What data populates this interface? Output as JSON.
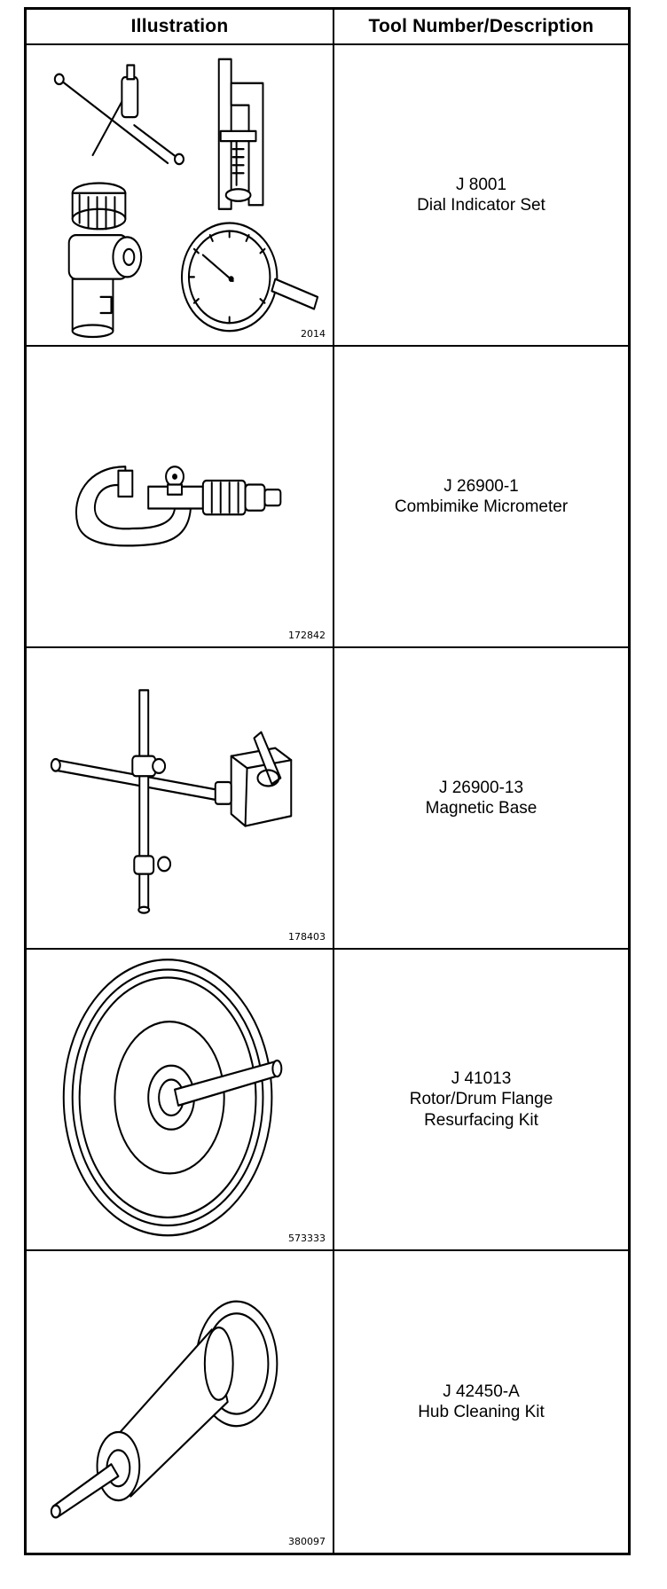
{
  "table": {
    "header_illustration": "Illustration",
    "header_tool": "Tool Number/Description"
  },
  "tools": [
    {
      "figure_number": "2014",
      "tool_number": "J 8001",
      "description_lines": [
        "Dial Indicator Set"
      ],
      "illustration_icon": "dial-indicator-set-icon"
    },
    {
      "figure_number": "172842",
      "tool_number": "J 26900-1",
      "description_lines": [
        "Combimike Micrometer"
      ],
      "illustration_icon": "micrometer-icon"
    },
    {
      "figure_number": "178403",
      "tool_number": "J 26900-13",
      "description_lines": [
        "Magnetic Base"
      ],
      "illustration_icon": "magnetic-base-icon"
    },
    {
      "figure_number": "573333",
      "tool_number": "J 41013",
      "description_lines": [
        "Rotor/Drum Flange",
        "Resurfacing Kit"
      ],
      "illustration_icon": "rotor-drum-flange-icon"
    },
    {
      "figure_number": "380097",
      "tool_number": "J 42450-A",
      "description_lines": [
        "Hub Cleaning Kit"
      ],
      "illustration_icon": "hub-cleaning-kit-icon"
    }
  ]
}
